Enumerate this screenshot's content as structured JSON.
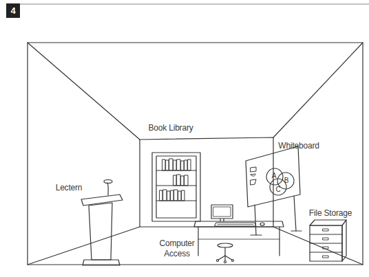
{
  "diagram": {
    "nodes": [
      {
        "text": [
          "4"
        ]
      },
      {
        "text": [
          "A"
        ]
      },
      {
        "text": [
          "B"
        ]
      },
      {
        "text": [
          "C"
        ]
      }
    ],
    "labels": [
      "Book Library",
      "Whiteboard",
      "Lectern",
      "File Storage",
      "Computer Access"
    ]
  }
}
